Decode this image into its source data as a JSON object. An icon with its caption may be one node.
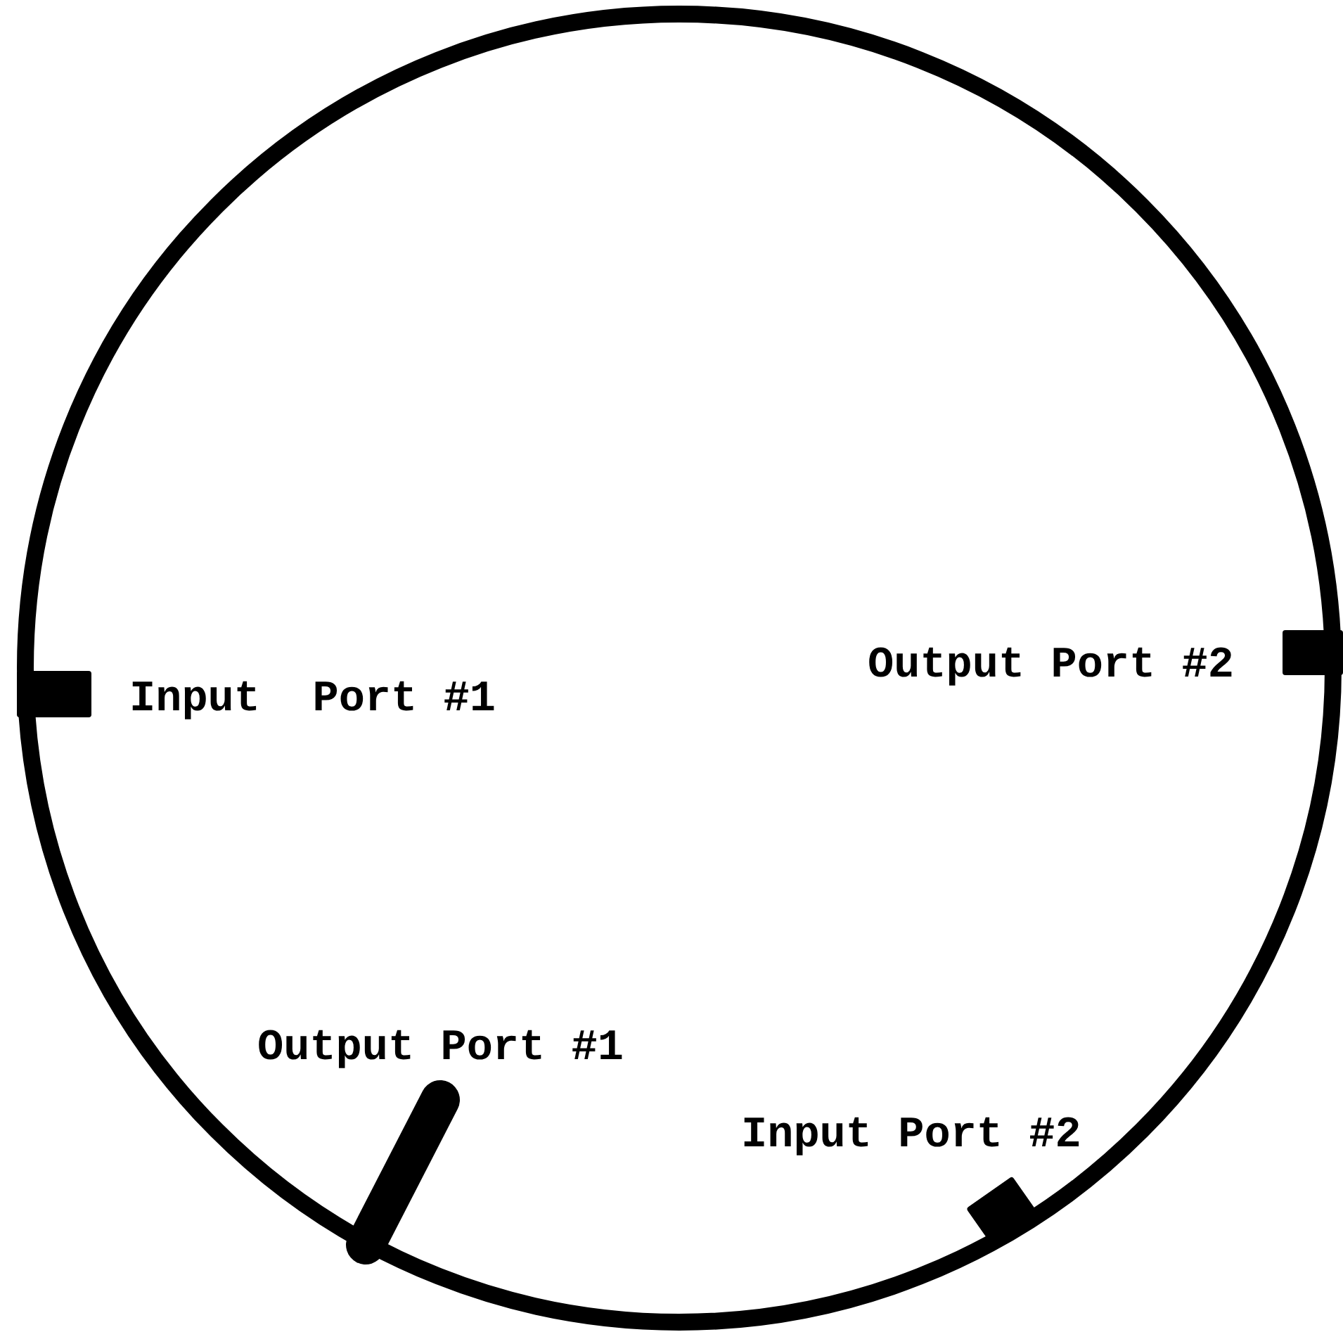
{
  "diagram": {
    "labels": [
      "Input  Port #1",
      "Output Port #2",
      "Output Port #1",
      "Input Port #2"
    ]
  }
}
